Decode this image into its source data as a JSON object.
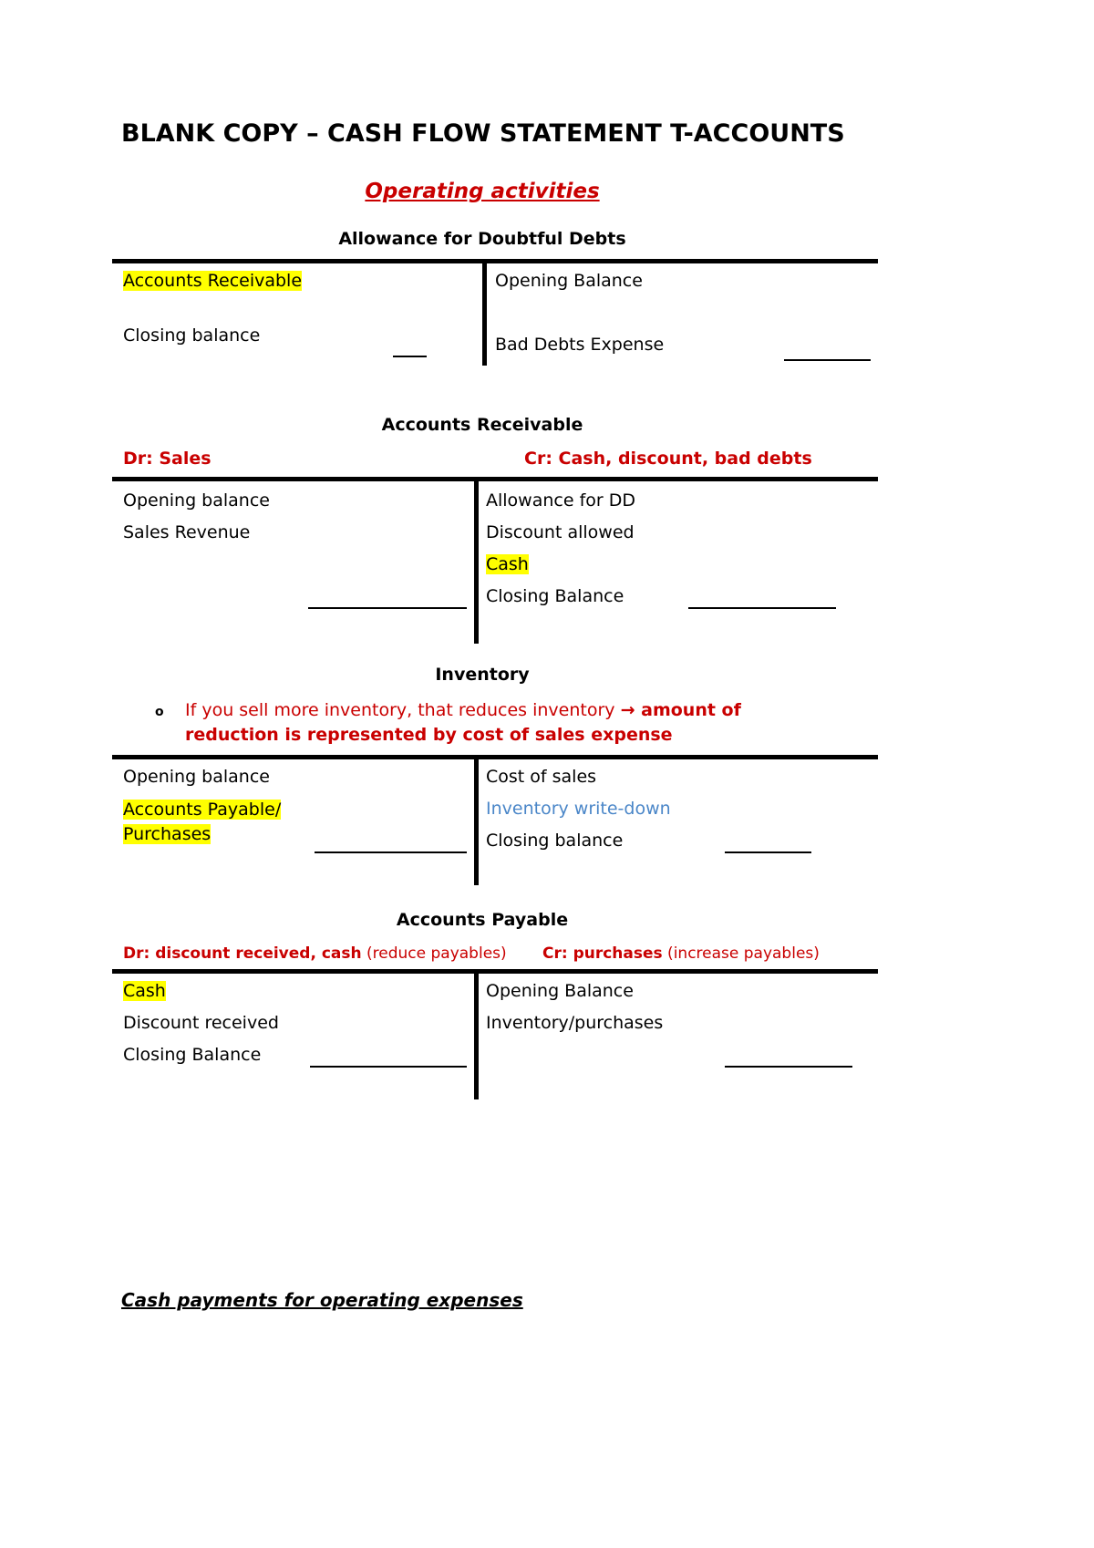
{
  "page": {
    "title": "BLANK COPY – CASH FLOW STATEMENT T-ACCOUNTS",
    "section_heading": "Operating activities",
    "footer_heading": "Cash payments for operating expenses"
  },
  "colors": {
    "red": "#c90000",
    "highlight_yellow": "#ffff00",
    "blue": "#4a86c8"
  },
  "allowance_account": {
    "title": "Allowance for Doubtful Debts",
    "left_row1": "Accounts Receivable",
    "left_row2": "Closing balance",
    "right_row1": "Opening Balance",
    "right_row2": "Bad Debts Expense"
  },
  "receivable_account": {
    "title": "Accounts Receivable",
    "dr_label": "Dr: Sales",
    "cr_label": "Cr: Cash, discount, bad debts",
    "left_row1": "Opening balance",
    "left_row2": "Sales Revenue",
    "right_row1": "Allowance for DD",
    "right_row2": "Discount allowed",
    "right_row3": "Cash",
    "right_row4": "Closing Balance"
  },
  "inventory_account": {
    "title": "Inventory",
    "note_bullet": "o",
    "note_normal": "If you sell more inventory, that reduces inventory ",
    "note_bold": "→ amount of reduction is represented by cost of sales expense",
    "left_row1": "Opening balance",
    "left_row2": "Accounts Payable/Purchases",
    "right_row1": "Cost of sales",
    "right_row2": "Inventory write-down",
    "right_row3": "Closing balance"
  },
  "payable_account": {
    "title": "Accounts Payable",
    "dr_label_bold": "Dr: discount received, cash",
    "dr_label_normal": " (reduce payables)",
    "cr_label_bold": "Cr: purchases",
    "cr_label_normal": " (increase payables)",
    "left_row1": "Cash",
    "left_row2": "Discount received",
    "left_row3": "Closing Balance",
    "right_row1": "Opening Balance",
    "right_row2": "Inventory/purchases"
  }
}
